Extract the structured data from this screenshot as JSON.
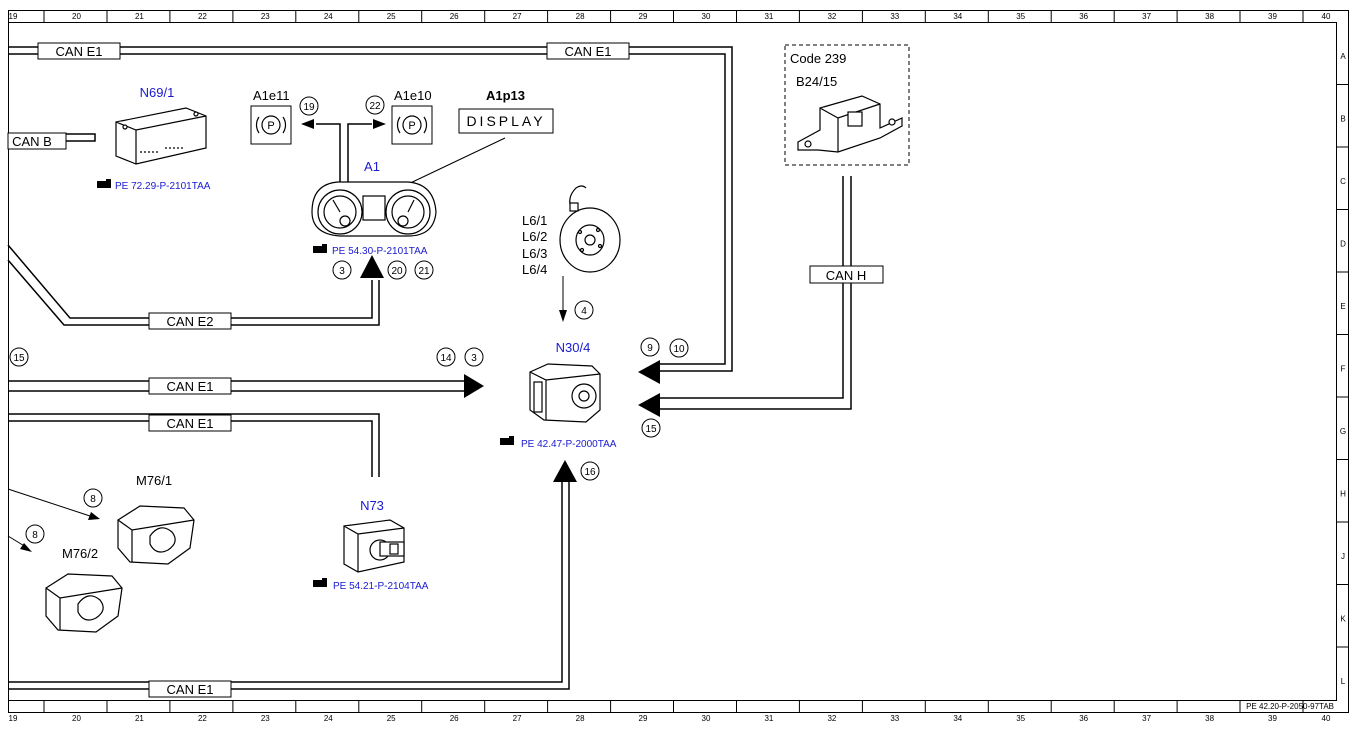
{
  "ruler": {
    "columns": [
      "19",
      "20",
      "21",
      "22",
      "23",
      "24",
      "25",
      "26",
      "27",
      "28",
      "29",
      "30",
      "31",
      "32",
      "33",
      "34",
      "35",
      "36",
      "37",
      "38",
      "39",
      "40"
    ],
    "rows": [
      "A",
      "B",
      "C",
      "D",
      "E",
      "F",
      "G",
      "H",
      "J",
      "K",
      "L"
    ]
  },
  "buses": {
    "can_e1_top_left": "CAN E1",
    "can_e1_top_right": "CAN E1",
    "can_b": "CAN B",
    "can_e2": "CAN E2",
    "can_e1_mid": "CAN E1",
    "can_e1_low": "CAN E1",
    "can_e1_bottom": "CAN E1",
    "can_h": "CAN H"
  },
  "components": {
    "n69_1": {
      "name": "N69/1",
      "ref": "PE 72.29-P-2101TAA"
    },
    "a1": {
      "name": "A1",
      "ref": "PE 54.30-P-2101TAA"
    },
    "a1e11": {
      "name": "A1e11",
      "symbol": "(P)"
    },
    "a1e10": {
      "name": "A1e10",
      "symbol": "(P)"
    },
    "a1p13": {
      "name": "A1p13",
      "display": "DISPLAY"
    },
    "code239": {
      "code": "Code 239",
      "name": "B24/15"
    },
    "l6": {
      "names": [
        "L6/1",
        "L6/2",
        "L6/3",
        "L6/4"
      ]
    },
    "n30_4": {
      "name": "N30/4",
      "ref": "PE 42.47-P-2000TAA"
    },
    "n73": {
      "name": "N73",
      "ref": "PE 54.21-P-2104TAA"
    },
    "m76_1": {
      "name": "M76/1"
    },
    "m76_2": {
      "name": "M76/2"
    }
  },
  "callouts": {
    "c19": "19",
    "c22": "22",
    "c3a": "3",
    "c20": "20",
    "c21": "21",
    "c4": "4",
    "c15a": "15",
    "c14": "14",
    "c3b": "3",
    "c9": "9",
    "c10": "10",
    "c15b": "15",
    "c16": "16",
    "c8a": "8",
    "c8b": "8"
  },
  "footer_ref": "PE 42.20-P-2050-97TAB",
  "colors": {
    "line": "#000000",
    "reference_text": "#1a1ad0"
  },
  "icons": [
    "pointing-hand-icon",
    "parking-brake-icon",
    "arrowhead-icon"
  ]
}
